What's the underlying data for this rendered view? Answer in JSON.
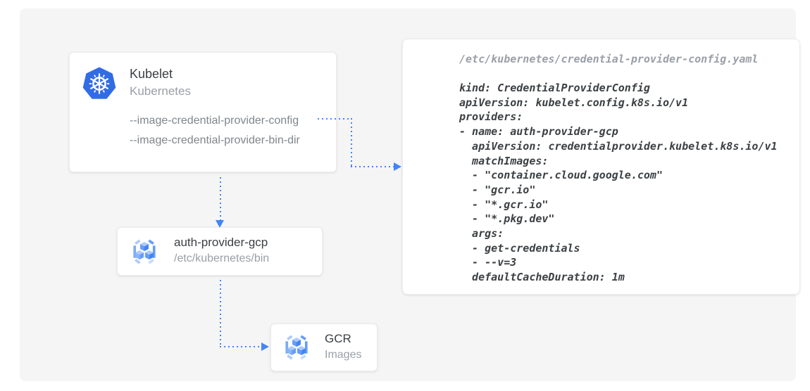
{
  "colors": {
    "accent_blue": "#4285f4",
    "kubernetes_blue": "#326ce5",
    "gcr_light_blue": "#aecbfa",
    "gcr_mid_blue": "#669df6",
    "panel_background": "#f5f5f6",
    "card_background": "#ffffff",
    "title_text": "#3c4043",
    "muted_text": "#9aa0a6",
    "flag_text": "#80868b"
  },
  "nodes": {
    "kubelet": {
      "icon": "kubernetes-icon",
      "title": "Kubelet",
      "subtitle": "Kubernetes",
      "flags": [
        "--image-credential-provider-config",
        "--image-credential-provider-bin-dir"
      ]
    },
    "auth_provider": {
      "icon": "gcr-icon",
      "title": "auth-provider-gcp",
      "subtitle": "/etc/kubernetes/bin"
    },
    "gcr": {
      "icon": "gcr-icon",
      "title": "GCR",
      "subtitle": "Images"
    }
  },
  "code_panel": {
    "filename": "/etc/kubernetes/credential-provider-config.yaml",
    "lines": [
      "kind: CredentialProviderConfig",
      "apiVersion: kubelet.config.k8s.io/v1",
      "providers:",
      "- name: auth-provider-gcp",
      "  apiVersion: credentialprovider.kubelet.k8s.io/v1",
      "  matchImages:",
      "  - \"container.cloud.google.com\"",
      "  - \"gcr.io\"",
      "  - \"*.gcr.io\"",
      "  - \"*.pkg.dev\"",
      "  args:",
      "  - get-credentials",
      "  - --v=3",
      "  defaultCacheDuration: 1m"
    ]
  },
  "connectors": {
    "kubelet_flag_to_config_file": "dotted-arrow",
    "kubelet_to_auth_provider": "dotted-arrow",
    "auth_provider_to_gcr": "dotted-arrow"
  }
}
